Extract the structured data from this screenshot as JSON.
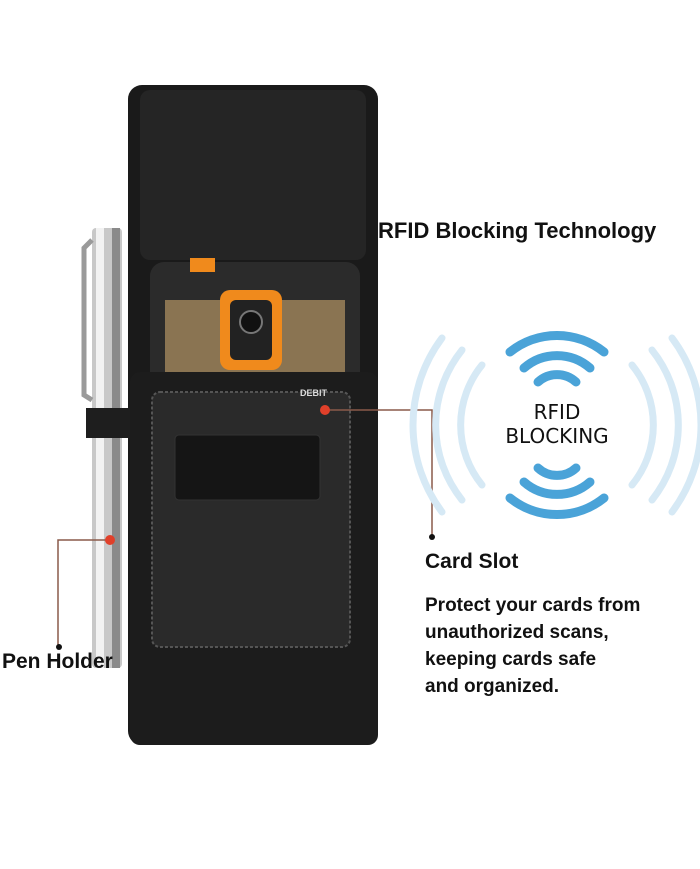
{
  "headline": "RFID Blocking Technology",
  "rfid_logo": {
    "line1": "RFID",
    "line2": "BLOCKING",
    "color": "#4aa3d8"
  },
  "callouts": {
    "card_slot": {
      "title": "Card Slot",
      "description": [
        "Protect your cards from",
        "unauthorized scans,",
        "keeping cards safe",
        "and organized."
      ]
    },
    "pen_holder": {
      "title": "Pen Holder"
    }
  },
  "card": {
    "text": "DEBIT"
  },
  "colors": {
    "accent_dot": "#e0402a",
    "leader_line": "#8a5a4a",
    "holster": "#1c1c1c",
    "phone_bumper": "#f08a1c"
  }
}
